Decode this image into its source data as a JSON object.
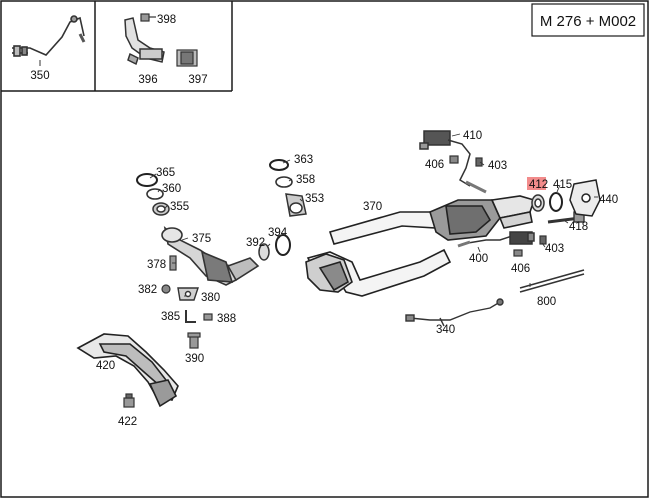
{
  "model_code": "M 276 + M002",
  "colors": {
    "line": "#1a1a1a",
    "part": "#444444",
    "fill": "#d9d9d9",
    "dark": "#6a6a6a",
    "highlight": "#f28b8b"
  },
  "callouts": [
    {
      "id": "350",
      "label": "350"
    },
    {
      "id": "398",
      "label": "398"
    },
    {
      "id": "396",
      "label": "396"
    },
    {
      "id": "397",
      "label": "397"
    },
    {
      "id": "410",
      "label": "410"
    },
    {
      "id": "406a",
      "label": "406"
    },
    {
      "id": "403a",
      "label": "403"
    },
    {
      "id": "412",
      "label": "412",
      "highlight": true
    },
    {
      "id": "415",
      "label": "415"
    },
    {
      "id": "440",
      "label": "440"
    },
    {
      "id": "418",
      "label": "418"
    },
    {
      "id": "363",
      "label": "363"
    },
    {
      "id": "358",
      "label": "358"
    },
    {
      "id": "353",
      "label": "353"
    },
    {
      "id": "365",
      "label": "365"
    },
    {
      "id": "360",
      "label": "360"
    },
    {
      "id": "355",
      "label": "355"
    },
    {
      "id": "370",
      "label": "370"
    },
    {
      "id": "375",
      "label": "375"
    },
    {
      "id": "394",
      "label": "394"
    },
    {
      "id": "392",
      "label": "392"
    },
    {
      "id": "378",
      "label": "378"
    },
    {
      "id": "382",
      "label": "382"
    },
    {
      "id": "380",
      "label": "380"
    },
    {
      "id": "385",
      "label": "385"
    },
    {
      "id": "388",
      "label": "388"
    },
    {
      "id": "390",
      "label": "390"
    },
    {
      "id": "420",
      "label": "420"
    },
    {
      "id": "422",
      "label": "422"
    },
    {
      "id": "400",
      "label": "400"
    },
    {
      "id": "406b",
      "label": "406"
    },
    {
      "id": "403b",
      "label": "403"
    },
    {
      "id": "800",
      "label": "800"
    },
    {
      "id": "340",
      "label": "340"
    }
  ]
}
